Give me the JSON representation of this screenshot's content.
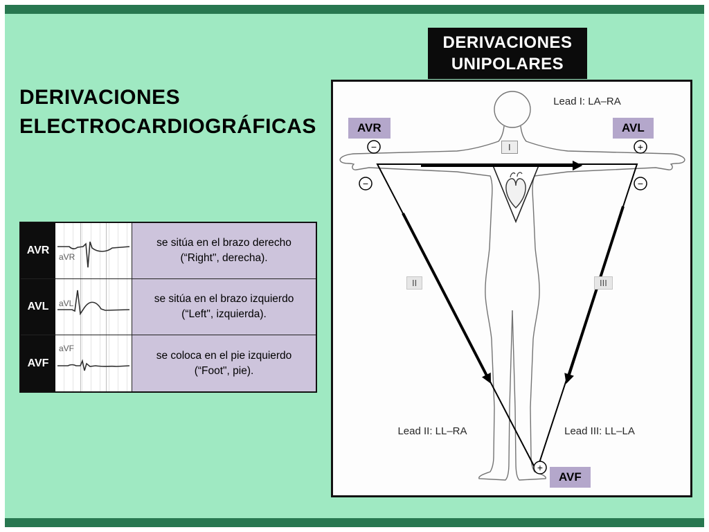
{
  "title": {
    "line1": "DERIVACIONES",
    "line2": "ELECTROCARDIOGRÁFICAS"
  },
  "unipolar_header": {
    "line1": "DERIVACIONES",
    "line2": "UNIPOLARES"
  },
  "leads_table": {
    "rows": [
      {
        "label": "AVR",
        "trace_label": "aVR",
        "desc_line1": "se sitúa en el brazo derecho",
        "desc_line2": "(“Right\", derecha)."
      },
      {
        "label": "AVL",
        "trace_label": "aVL",
        "desc_line1": "se sitúa en el brazo izquierdo",
        "desc_line2": "(“Left\", izquierda)."
      },
      {
        "label": "AVF",
        "trace_label": "aVF",
        "desc_line1": "se coloca en el pie izquierdo",
        "desc_line2": "(“Foot\", pie)."
      }
    ]
  },
  "diagram": {
    "lead_i_label": "Lead I: LA–RA",
    "lead_ii_label": "Lead II: LL–RA",
    "lead_iii_label": "Lead III: LL–LA",
    "roman_i": "I",
    "roman_ii": "II",
    "roman_iii": "III",
    "avr_tag": "AVR",
    "avl_tag": "AVL",
    "avf_tag": "AVF",
    "plus": "+",
    "minus": "−"
  },
  "colors": {
    "slide_bg": "#9fe9c2",
    "bar_green": "#287750",
    "header_box_black": "#0b0b0b",
    "tag_lavender": "#b4a7cb",
    "cell_lavender": "#cdc4dc"
  }
}
